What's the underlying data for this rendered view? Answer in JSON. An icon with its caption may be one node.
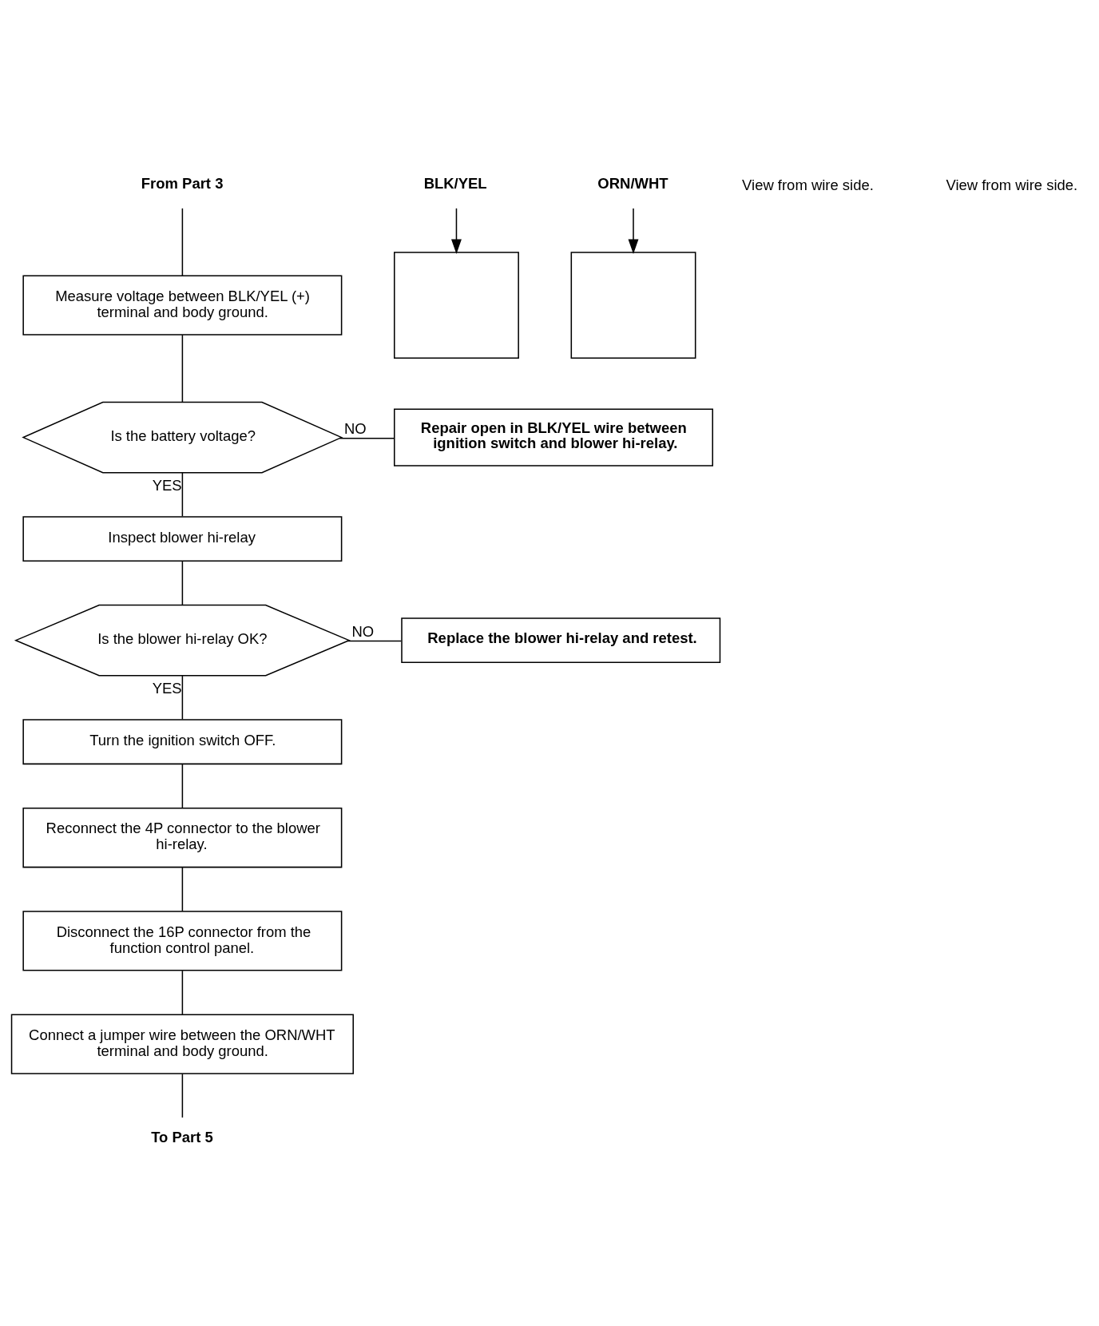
{
  "diagram": {
    "nodes": [
      {
        "text": [
          "From Part 3"
        ]
      },
      {
        "text": [
          "Measure voltage between BLK/YEL (+) terminal and body ground."
        ]
      },
      {
        "text": [
          "Is the battery voltage?"
        ]
      },
      {
        "text": [
          "Repair open in BLK/YEL wire between ignition switch and blower hi-relay."
        ]
      },
      {
        "text": [
          "Inspect blower hi-relay"
        ]
      },
      {
        "text": [
          "Is the blower hi-relay OK?"
        ]
      },
      {
        "text": [
          "Replace the blower hi-relay and retest."
        ]
      },
      {
        "text": [
          "Turn the ignition switch OFF."
        ]
      },
      {
        "text": [
          "Reconnect the 4P connector to the blower hi-relay."
        ]
      },
      {
        "text": [
          "Disconnect the 16P connector from the function control panel."
        ]
      },
      {
        "text": [
          "Connect a jumper wire between the ORN/WHT terminal and body ground."
        ]
      },
      {
        "text": [
          "To Part 5"
        ]
      },
      {
        "text": [
          "BLK/YEL"
        ]
      },
      {
        "text": [],
        "shape": "box"
      },
      {
        "text": [
          "ORN/WHT"
        ]
      },
      {
        "text": [],
        "shape": "box"
      }
    ],
    "edges": [
      {
        "from": 0,
        "to": 1,
        "arrow": "none"
      },
      {
        "from": 1,
        "to": 2,
        "arrow": "none"
      },
      {
        "from": 2,
        "to": 3,
        "label": "NO",
        "arrow": "none"
      },
      {
        "from": 2,
        "to": 4,
        "label": "YES",
        "arrow": "none"
      },
      {
        "from": 4,
        "to": 5,
        "arrow": "none"
      },
      {
        "from": 5,
        "to": 6,
        "label": "NO",
        "arrow": "none"
      },
      {
        "from": 5,
        "to": 7,
        "label": "YES",
        "arrow": "none"
      },
      {
        "from": 7,
        "to": 8,
        "arrow": "none"
      },
      {
        "from": 8,
        "to": 9,
        "arrow": "none"
      },
      {
        "from": 9,
        "to": 10,
        "arrow": "none"
      },
      {
        "from": 10,
        "to": 11,
        "arrow": "none"
      },
      {
        "from": 12,
        "to": 13,
        "arrow": "to"
      },
      {
        "from": 14,
        "to": 15,
        "arrow": "to"
      }
    ],
    "labels": [
      "View from wire side.",
      "View from wire side."
    ]
  }
}
